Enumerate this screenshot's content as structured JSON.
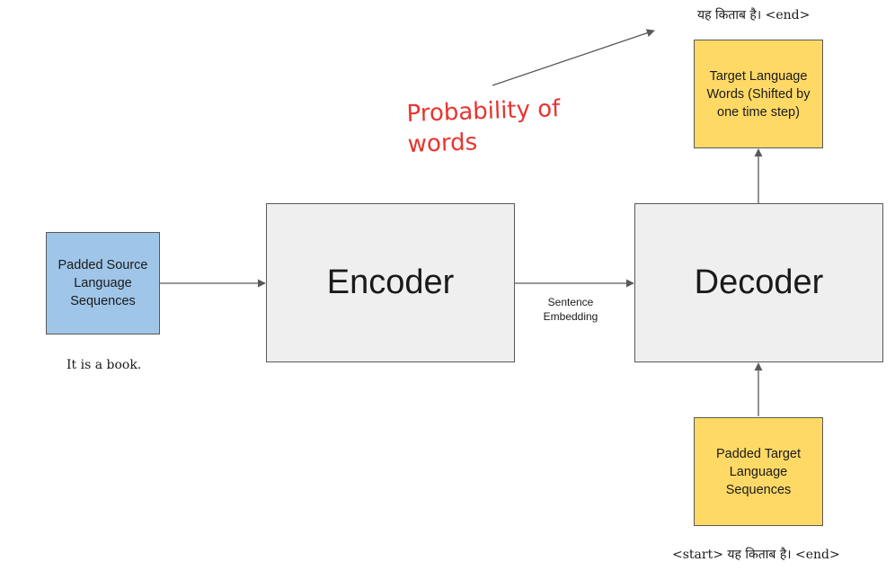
{
  "colors": {
    "source_box": "#9fc5e8",
    "block": "#efefef",
    "target_box": "#ffd966",
    "arrow": "#595959",
    "annotation": "#e8342f"
  },
  "source": {
    "label": "Padded Source Language Sequences",
    "example": "It is a book."
  },
  "encoder": {
    "label": "Encoder"
  },
  "embedding": {
    "label": "Sentence Embedding"
  },
  "decoder": {
    "label": "Decoder"
  },
  "target_output": {
    "label": "Target Language Words (Shifted by one time step)",
    "example": "यह किताब है। <end>"
  },
  "target_input": {
    "label": "Padded Target Language Sequences",
    "example": "<start> यह किताब है। <end>"
  },
  "annotation": {
    "text": "Probability of words"
  }
}
